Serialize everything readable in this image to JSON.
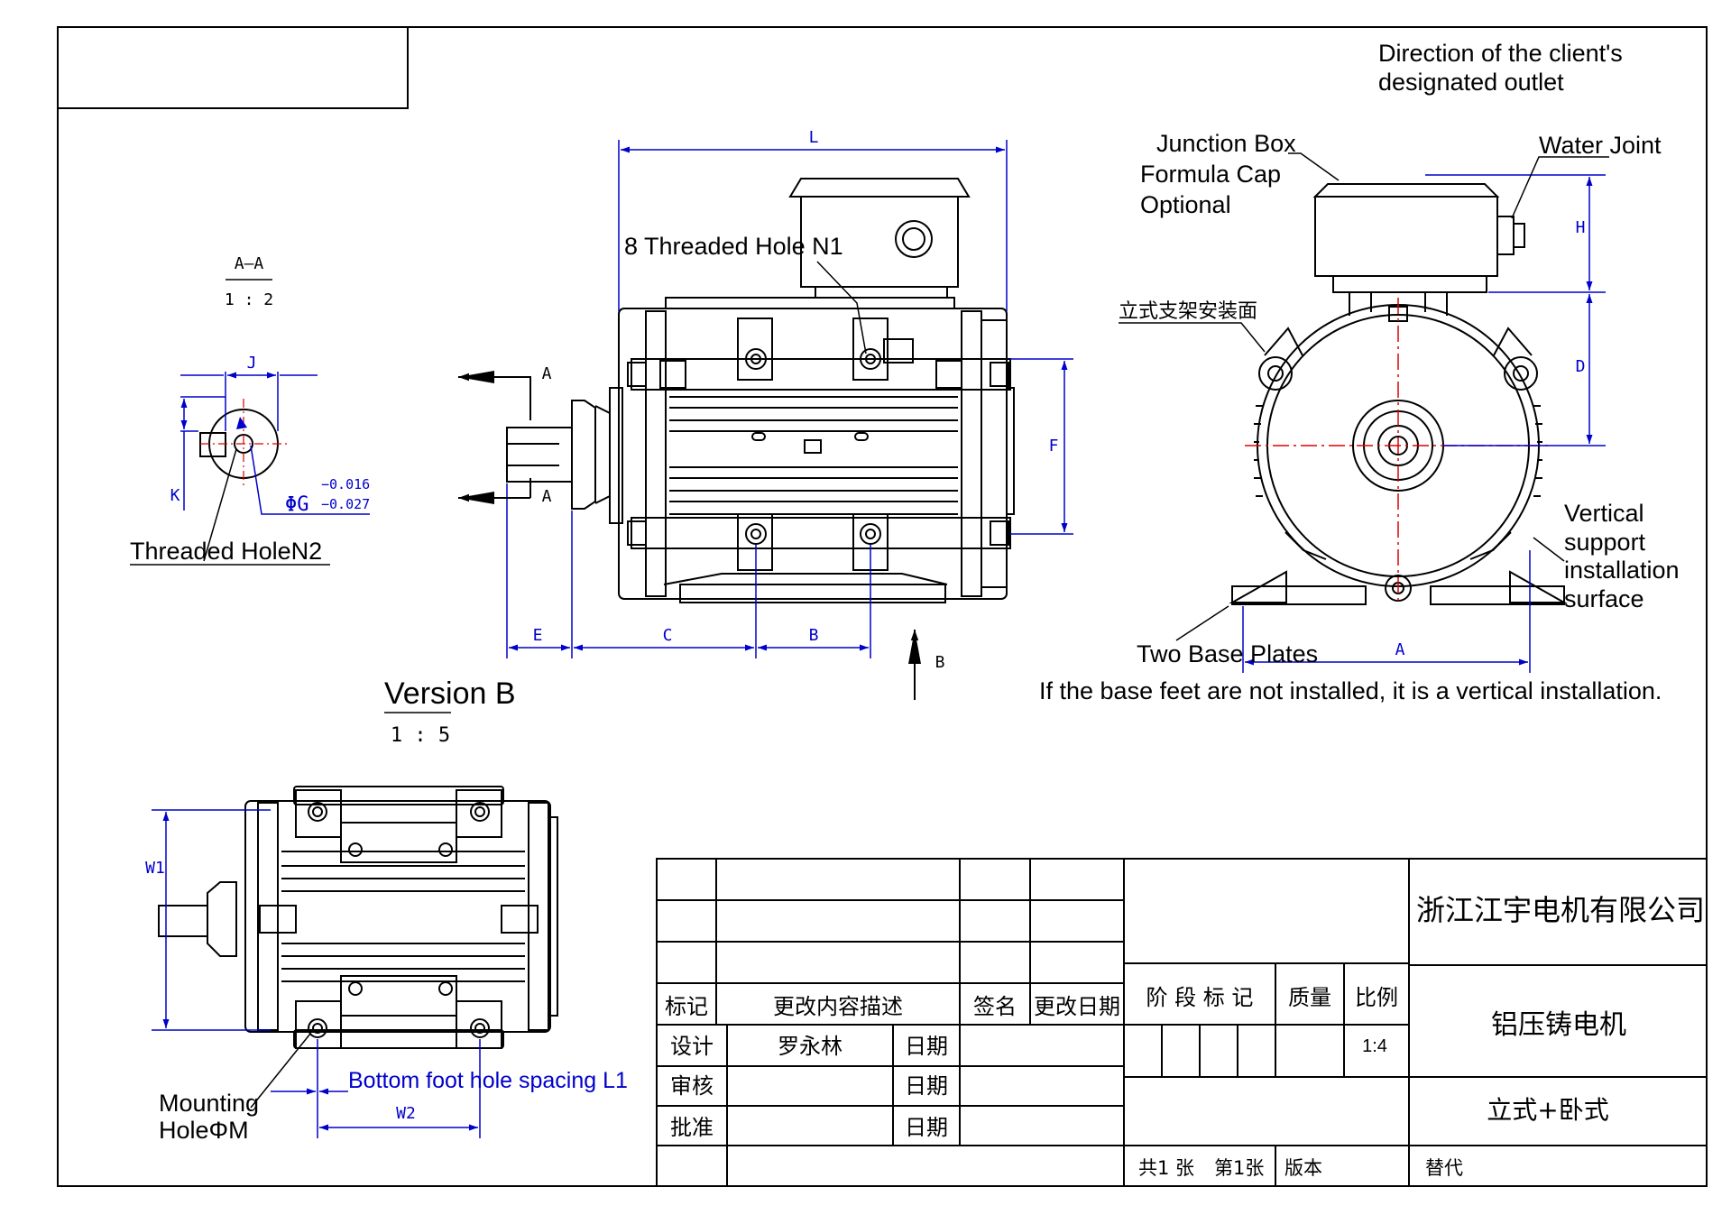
{
  "labels": {
    "client_outlet_1": "Direction of the client's",
    "client_outlet_2": "designated outlet",
    "junction_box_1": "Junction Box",
    "junction_box_2": "Formula Cap",
    "junction_box_3": "Optional",
    "water_joint": "Water Joint",
    "threaded_hole_n1": "8 Threaded Hole N1",
    "threaded_hole_n2": "Threaded HoleN2",
    "vertical_mount_cn": "立式支架安装面",
    "vertical_support_1": "Vertical",
    "vertical_support_2": "support",
    "vertical_support_3": "installation",
    "vertical_support_4": "surface",
    "two_base_plates": "Two Base Plates",
    "vertical_note": "If the base feet are not installed, it is a vertical installation.",
    "version": "Version B",
    "version_scale": "1 : 5",
    "section_title": "A—A",
    "section_scale": "1 : 2",
    "mounting_1": "Mounting",
    "mounting_2": "HoleΦM",
    "bottom_spacing": "Bottom foot hole spacing L1"
  },
  "dimensions": {
    "L": "L",
    "H": "H",
    "D": "D",
    "F": "F",
    "E": "E",
    "C": "C",
    "B": "B",
    "A": "A",
    "J": "J",
    "K": "K",
    "W1": "W1",
    "W2": "W2",
    "G": "ΦG",
    "G_tol_upper": "−0.016",
    "G_tol_lower": "−0.027",
    "section_a": "A",
    "view_b": "B"
  },
  "title_block": {
    "company": "浙江江宇电机有限公司",
    "product": "铝压铸电机",
    "mount_type": "立式+卧式",
    "col_mark": "标记",
    "col_change_desc": "更改内容描述",
    "col_signature": "签名",
    "col_change_date": "更改日期",
    "designer_label": "设计",
    "designer_name": "罗永林",
    "reviewer_label": "审核",
    "approver_label": "批准",
    "date_label": "日期",
    "stage_mark": "阶 段 标 记",
    "mass": "质量",
    "scale_label": "比例",
    "scale_value": "1:4",
    "sheet_total": "共1 张",
    "sheet_number": "第1张",
    "version_label": "版本",
    "replace_label": "替代"
  },
  "colors": {
    "dimension": "#0000cc",
    "centerline": "#dd0000",
    "outline": "#000000"
  }
}
